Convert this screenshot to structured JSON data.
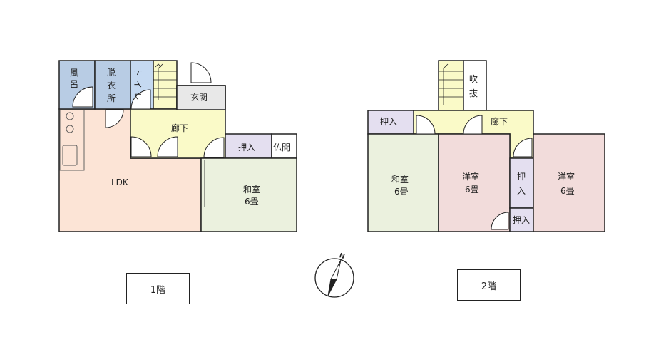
{
  "floor1": {
    "label": "1階",
    "rooms": {
      "bath_1": "風",
      "bath_2": "呂",
      "dressing_1": "脱",
      "dressing_2": "衣",
      "dressing_3": "所",
      "toilet_1": "ト",
      "toilet_2": "イ",
      "toilet_3": "レ",
      "entrance": "玄関",
      "hallway": "廊下",
      "closet": "押入",
      "altar": "仏間",
      "ldk": "LDK",
      "washitsu": "和室",
      "washitsu_size": "6畳"
    }
  },
  "floor2": {
    "label": "2階",
    "rooms": {
      "void_1": "吹",
      "void_2": "抜",
      "closet_left": "押入",
      "hallway": "廊下",
      "washitsu": "和室",
      "washitsu_size": "6畳",
      "youshitsu_a": "洋室",
      "youshitsu_a_size": "6畳",
      "closet_mid_1": "押",
      "closet_mid_2": "入",
      "closet_small": "押入",
      "youshitsu_b": "洋室",
      "youshitsu_b_size": "6畳"
    }
  },
  "compass": {
    "north_label": "N"
  },
  "colors": {
    "bath": "#b8cce4",
    "toilet": "#c5d9f1",
    "hall": "#fafac8",
    "entrance": "#e8e8e8",
    "closet": "#e4dff0",
    "ldk": "#fce4d6",
    "washitsu": "#ebf1de",
    "youshitsu": "#f2dcdb"
  }
}
